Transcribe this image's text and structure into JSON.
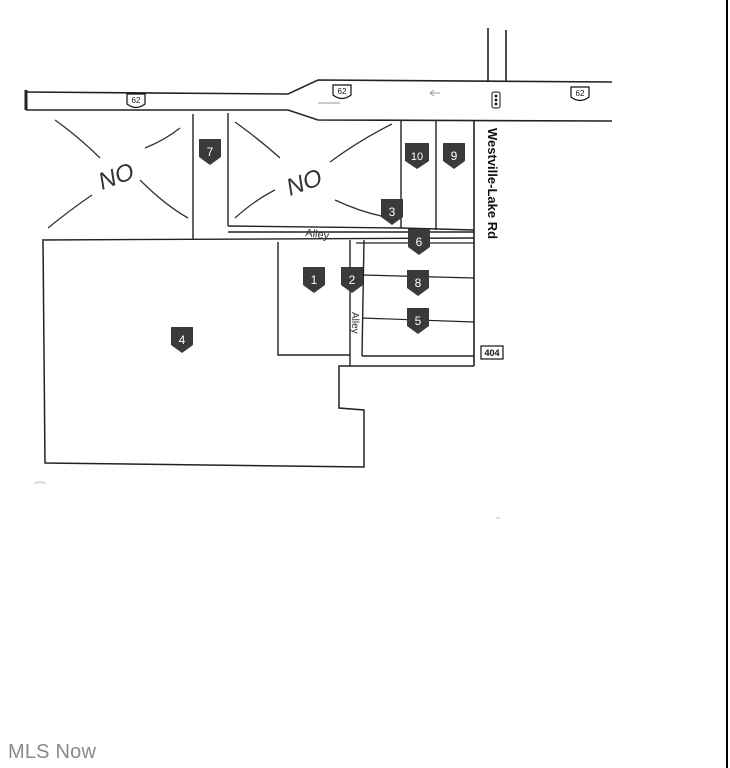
{
  "map": {
    "route_shields": [
      "62",
      "62",
      "62"
    ],
    "road_name": "Westville-Lake Rd",
    "county_road": "404",
    "alley_labels": [
      "Alley",
      "Alley"
    ],
    "handwritten_marks": [
      "NO",
      "NO"
    ],
    "lot_markers": [
      "1",
      "2",
      "3",
      "4",
      "5",
      "6",
      "7",
      "8",
      "9",
      "10"
    ]
  },
  "watermark": "MLS Now"
}
